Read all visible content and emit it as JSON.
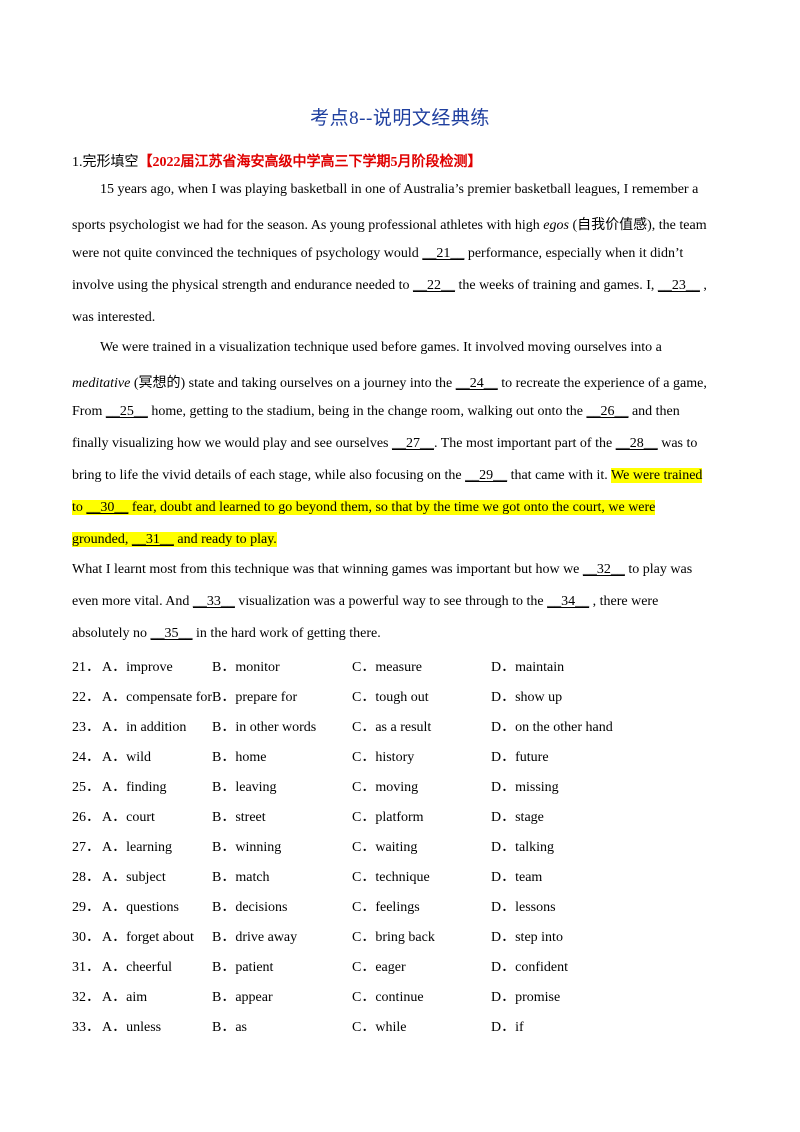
{
  "title": "考点8--说明文经典练",
  "question": {
    "label": "1.完形填空",
    "source": "【2022届江苏省海安高级中学高三下学期5月阶段检测】"
  },
  "passage": {
    "p1": {
      "l1": "15 years ago, when I was playing basketball in one of Australia’s premier basketball leagues, I remember a",
      "l2a": "sports psychologist we had for the season. As young professional athletes with high ",
      "l2b": "egos",
      "l2c": " (自我价值感), the team",
      "l3a": "were not quite convinced the techniques of psychology would ",
      "b21": "__21__",
      "l3b": " performance, especially when it didn’t",
      "l4a": "involve using the physical strength and endurance needed to ",
      "b22": "__22__",
      "l4b": " the weeks of training and games. I, ",
      "b23": "__23__",
      "l4c": " ,",
      "l5": "was interested."
    },
    "p2": {
      "l1": "We were trained in a visualization technique used before games. It involved moving ourselves into a",
      "l2a": "meditative",
      "l2b": " (冥想的) state and taking ourselves on a journey into the ",
      "b24": "__24__",
      "l2c": " to recreate the experience of a game,",
      "l3a": "From ",
      "b25": "__25__",
      "l3b": " home, getting to the stadium, being in the change room, walking out onto the ",
      "b26": "__26__",
      "l3c": " and then",
      "l4a": "finally visualizing how we would play and see ourselves ",
      "b27": "__27__",
      "l4b": ". The most important part of the ",
      "b28": "__28__",
      "l4c": " was to",
      "l5a": "bring to life the vivid details of each stage, while also focusing on the ",
      "b29": "__29__",
      "l5b": " that came with it. ",
      "l5c": "We were trained",
      "l6a": "to ",
      "b30": "__30__",
      "l6b": " fear, doubt and learned to go beyond them, so that by the time we got onto the court, we were",
      "l7a": "grounded, ",
      "b31": "__31__",
      "l7b": " and ready to play."
    },
    "p3": {
      "l1a": "What I learnt most from this technique was that winning games was important but how we ",
      "b32": "__32__",
      "l1b": " to play was",
      "l2a": "even more vital. And ",
      "b33": "__33__",
      "l2b": " visualization was a powerful way to see through to the ",
      "b34": "__34__",
      "l2c": " , there were",
      "l3a": "absolutely no ",
      "b35": "__35__",
      "l3b": " in the hard work of getting there."
    }
  },
  "options": [
    {
      "num": "21．",
      "a": "A．improve",
      "b": "B．monitor",
      "c": "C．measure",
      "d": "D．maintain"
    },
    {
      "num": "22．",
      "a": "A．compensate for",
      "b": "B．prepare for",
      "c": "C．tough out",
      "d": "D．show up"
    },
    {
      "num": "23．",
      "a": "A．in addition",
      "b": "B．in other words",
      "c": "C．as a result",
      "d": "D．on the other hand"
    },
    {
      "num": "24．",
      "a": "A．wild",
      "b": "B．home",
      "c": "C．history",
      "d": "D．future"
    },
    {
      "num": "25．",
      "a": "A．finding",
      "b": "B．leaving",
      "c": "C．moving",
      "d": "D．missing"
    },
    {
      "num": "26．",
      "a": "A．court",
      "b": "B．street",
      "c": "C．platform",
      "d": "D．stage"
    },
    {
      "num": "27．",
      "a": "A．learning",
      "b": "B．winning",
      "c": "C．waiting",
      "d": "D．talking"
    },
    {
      "num": "28．",
      "a": "A．subject",
      "b": "B．match",
      "c": "C．technique",
      "d": "D．team"
    },
    {
      "num": "29．",
      "a": "A．questions",
      "b": "B．decisions",
      "c": "C．feelings",
      "d": "D．lessons"
    },
    {
      "num": "30．",
      "a": "A．forget about",
      "b": "B．drive away",
      "c": "C．bring back",
      "d": "D．step into"
    },
    {
      "num": "31．",
      "a": "A．cheerful",
      "b": "B．patient",
      "c": "C．eager",
      "d": "D．confident"
    },
    {
      "num": "32．",
      "a": "A．aim",
      "b": "B．appear",
      "c": "C．continue",
      "d": "D．promise"
    },
    {
      "num": "33．",
      "a": "A．unless",
      "b": "B．as",
      "c": "C．while",
      "d": "D．if"
    }
  ]
}
